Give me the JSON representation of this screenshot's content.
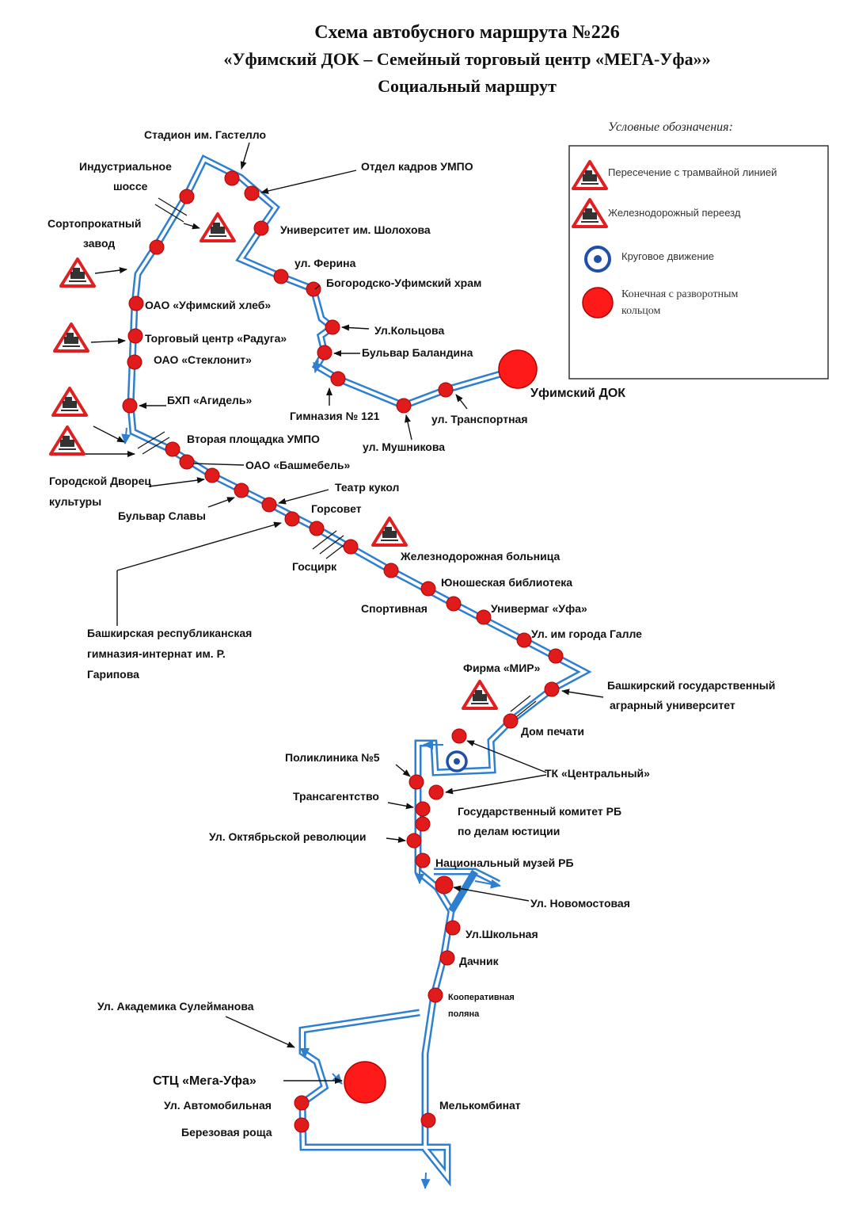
{
  "title": {
    "line1": "Схема автобусного маршрута №226",
    "line2": "«Уфимский ДОК – Семейный торговый центр «МЕГА-Уфа»»",
    "line3": "Социальный маршрут"
  },
  "legend": {
    "heading": "Условные обозначения:",
    "items": [
      {
        "icon": "tram-crossing-icon",
        "label": "Пересечение с трамвайной линией"
      },
      {
        "icon": "railway-crossing-icon",
        "label": "Железнодорожный переезд"
      },
      {
        "icon": "roundabout-icon",
        "label": "Круговое движение"
      },
      {
        "icon": "terminal-stop-icon",
        "label_line1": "Конечная с разворотным",
        "label_line2": "кольцом"
      }
    ]
  },
  "colors": {
    "route": "#2f7fd0",
    "stop": "#e01b1b",
    "sign_border": "#e02020",
    "roundabout": "#1f4fa8"
  },
  "terminals": {
    "start": "Уфимский ДОК",
    "end": "СТЦ «Мега-Уфа»"
  },
  "stops": {
    "s01": "Стадион им. Гастелло",
    "s02a": "Индустриальное",
    "s02b": "шоссе",
    "s03": "Отдел кадров УМПО",
    "s04a": "Сортопрокатный",
    "s04b": "завод",
    "s05": "Университет им. Шолохова",
    "s06": "ул. Ферина",
    "s07": "Богородско-Уфимский храм",
    "s08": "ОАО «Уфимский хлеб»",
    "s09": "Ул.Кольцова",
    "s10": "Торговый центр «Радуга»",
    "s11": "Бульвар Баландина",
    "s12": "ОАО «Стеклонит»",
    "s13": "БХП «Агидель»",
    "s14": "Гимназия № 121",
    "s15": "ул. Транспортная",
    "s16": "ул. Мушникова",
    "s17": "Вторая площадка УМПО",
    "s18": "ОАО «Башмебель»",
    "s19a": "Городской Дворец",
    "s19b": "культуры",
    "s20": "Театр кукол",
    "s21": "Бульвар Славы",
    "s22": "Горсовет",
    "s23": "Железнодорожная больница",
    "s24": "Госцирк",
    "s25": "Юношеская библиотека",
    "s26": "Спортивная",
    "s27": "Универмаг «Уфа»",
    "s28a": "Башкирская республиканская",
    "s28b": "гимназия-интернат им. Р.",
    "s28c": "Гарипова",
    "s29": "Ул. им города Галле",
    "s30": "Фирма «МИР»",
    "s31a": "Башкирский государственный",
    "s31b": "аграрный университет",
    "s32": "Дом печати",
    "s33": "Поликлиника №5",
    "s34": "ТК «Центральный»",
    "s35": "Трансагентство",
    "s36a": "Государственный комитет РБ",
    "s36b": "по делам юстиции",
    "s37": "Ул. Октябрьской революции",
    "s38": "Национальный музей РБ",
    "s39": "Ул. Новомостовая",
    "s40": "Ул.Школьная",
    "s41": "Дачник",
    "s42a": "Кооперативная",
    "s42b": "поляна",
    "s43": "Ул. Академика Сулейманова",
    "s44": "Ул. Автомобильная",
    "s45": "Березовая роща",
    "s46": "Мелькомбинат"
  }
}
